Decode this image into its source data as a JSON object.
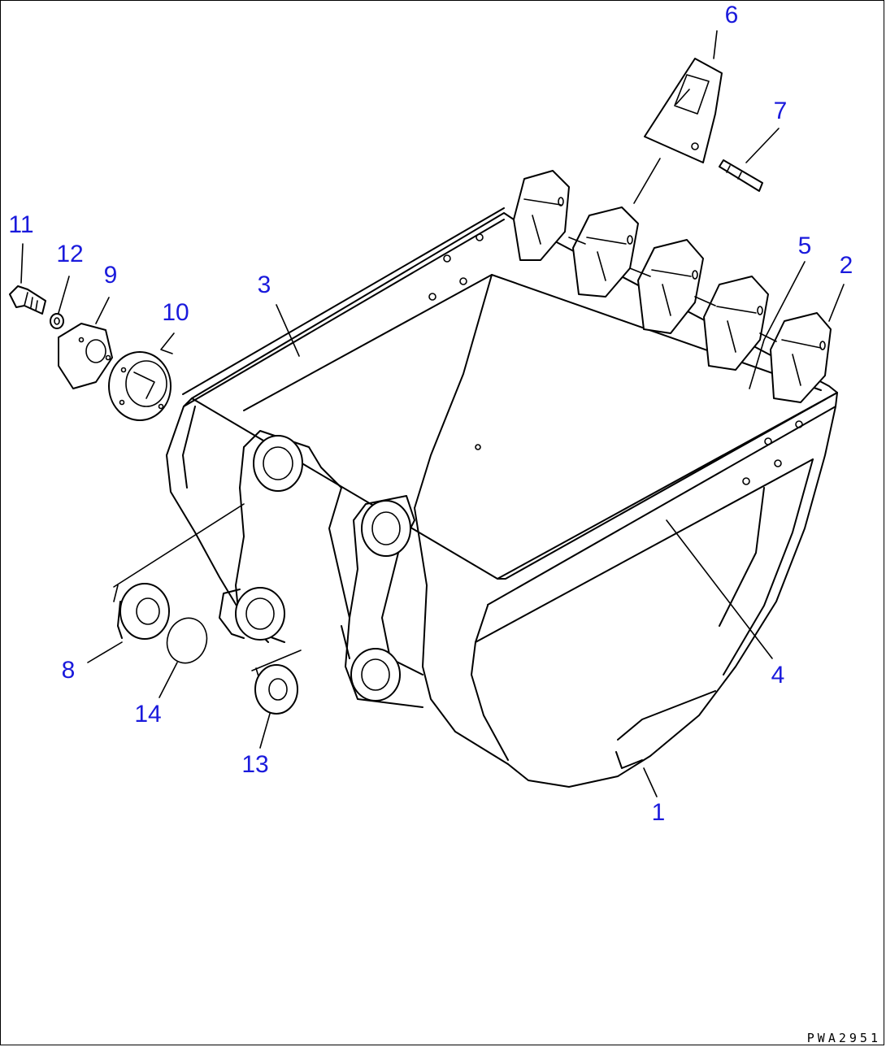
{
  "drawing_number": "PWA2951",
  "callout_color": "#1a1adc",
  "callouts": [
    {
      "id": "1",
      "label": "1"
    },
    {
      "id": "2",
      "label": "2"
    },
    {
      "id": "3",
      "label": "3"
    },
    {
      "id": "4",
      "label": "4"
    },
    {
      "id": "5",
      "label": "5"
    },
    {
      "id": "6",
      "label": "6"
    },
    {
      "id": "7",
      "label": "7"
    },
    {
      "id": "8",
      "label": "8"
    },
    {
      "id": "9",
      "label": "9"
    },
    {
      "id": "10",
      "label": "10"
    },
    {
      "id": "11",
      "label": "11"
    },
    {
      "id": "12",
      "label": "12"
    },
    {
      "id": "13",
      "label": "13"
    },
    {
      "id": "14",
      "label": "14"
    }
  ]
}
